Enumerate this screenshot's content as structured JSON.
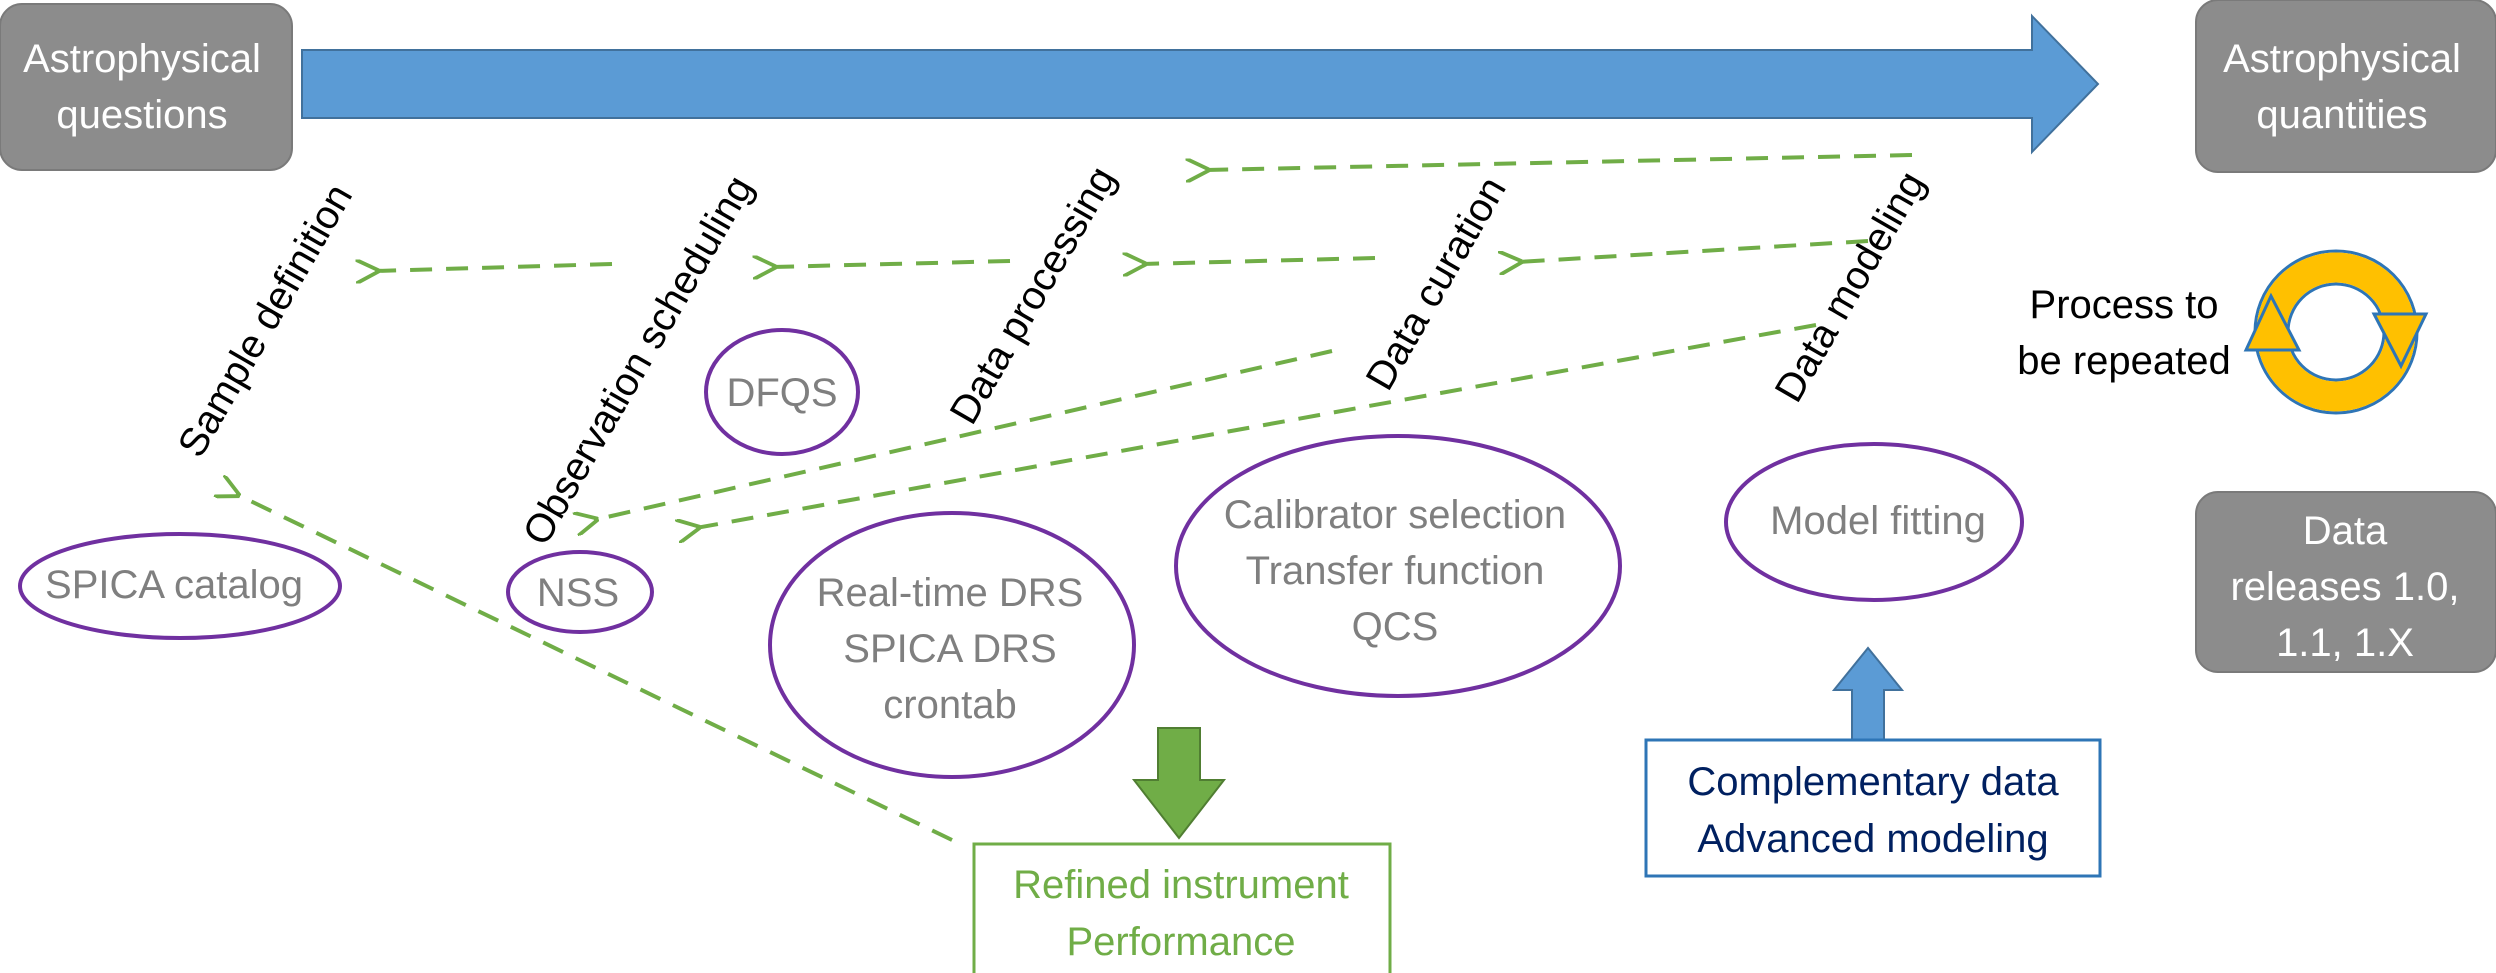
{
  "boxes": {
    "questions": [
      "Astrophysical",
      "questions"
    ],
    "quantities": [
      "Astrophysical",
      "quantities"
    ],
    "releases": [
      "Data",
      "releases 1.0,",
      "1.1, 1.X"
    ]
  },
  "stages": {
    "sample": "Sample definition",
    "scheduling": "Observation scheduling",
    "processing": "Data processing",
    "curation": "Data curation",
    "modeling": "Data modeling"
  },
  "tools": {
    "spica_catalog": "SPICA catalog",
    "nss": "NSS",
    "dfqs": "DFQS",
    "drs": [
      "Real-time DRS",
      "SPICA DRS",
      "crontab"
    ],
    "calibration": [
      "Calibrator selection",
      "Transfer function",
      "QCS"
    ],
    "model_fitting": "Model fitting"
  },
  "repeat": [
    "Process to",
    "be repeated"
  ],
  "feedback_box": [
    "Refined instrument",
    "Performance"
  ],
  "complementary_box": [
    "Complementary data",
    "Advanced modeling"
  ],
  "colors": {
    "main_arrow": "#5b9bd5",
    "dashed_arrows": "#70ad47",
    "ellipse_outline": "#7030a0",
    "gray_box": "#8c8c8c",
    "cycle": "#ffc000",
    "navy": "#002060"
  }
}
